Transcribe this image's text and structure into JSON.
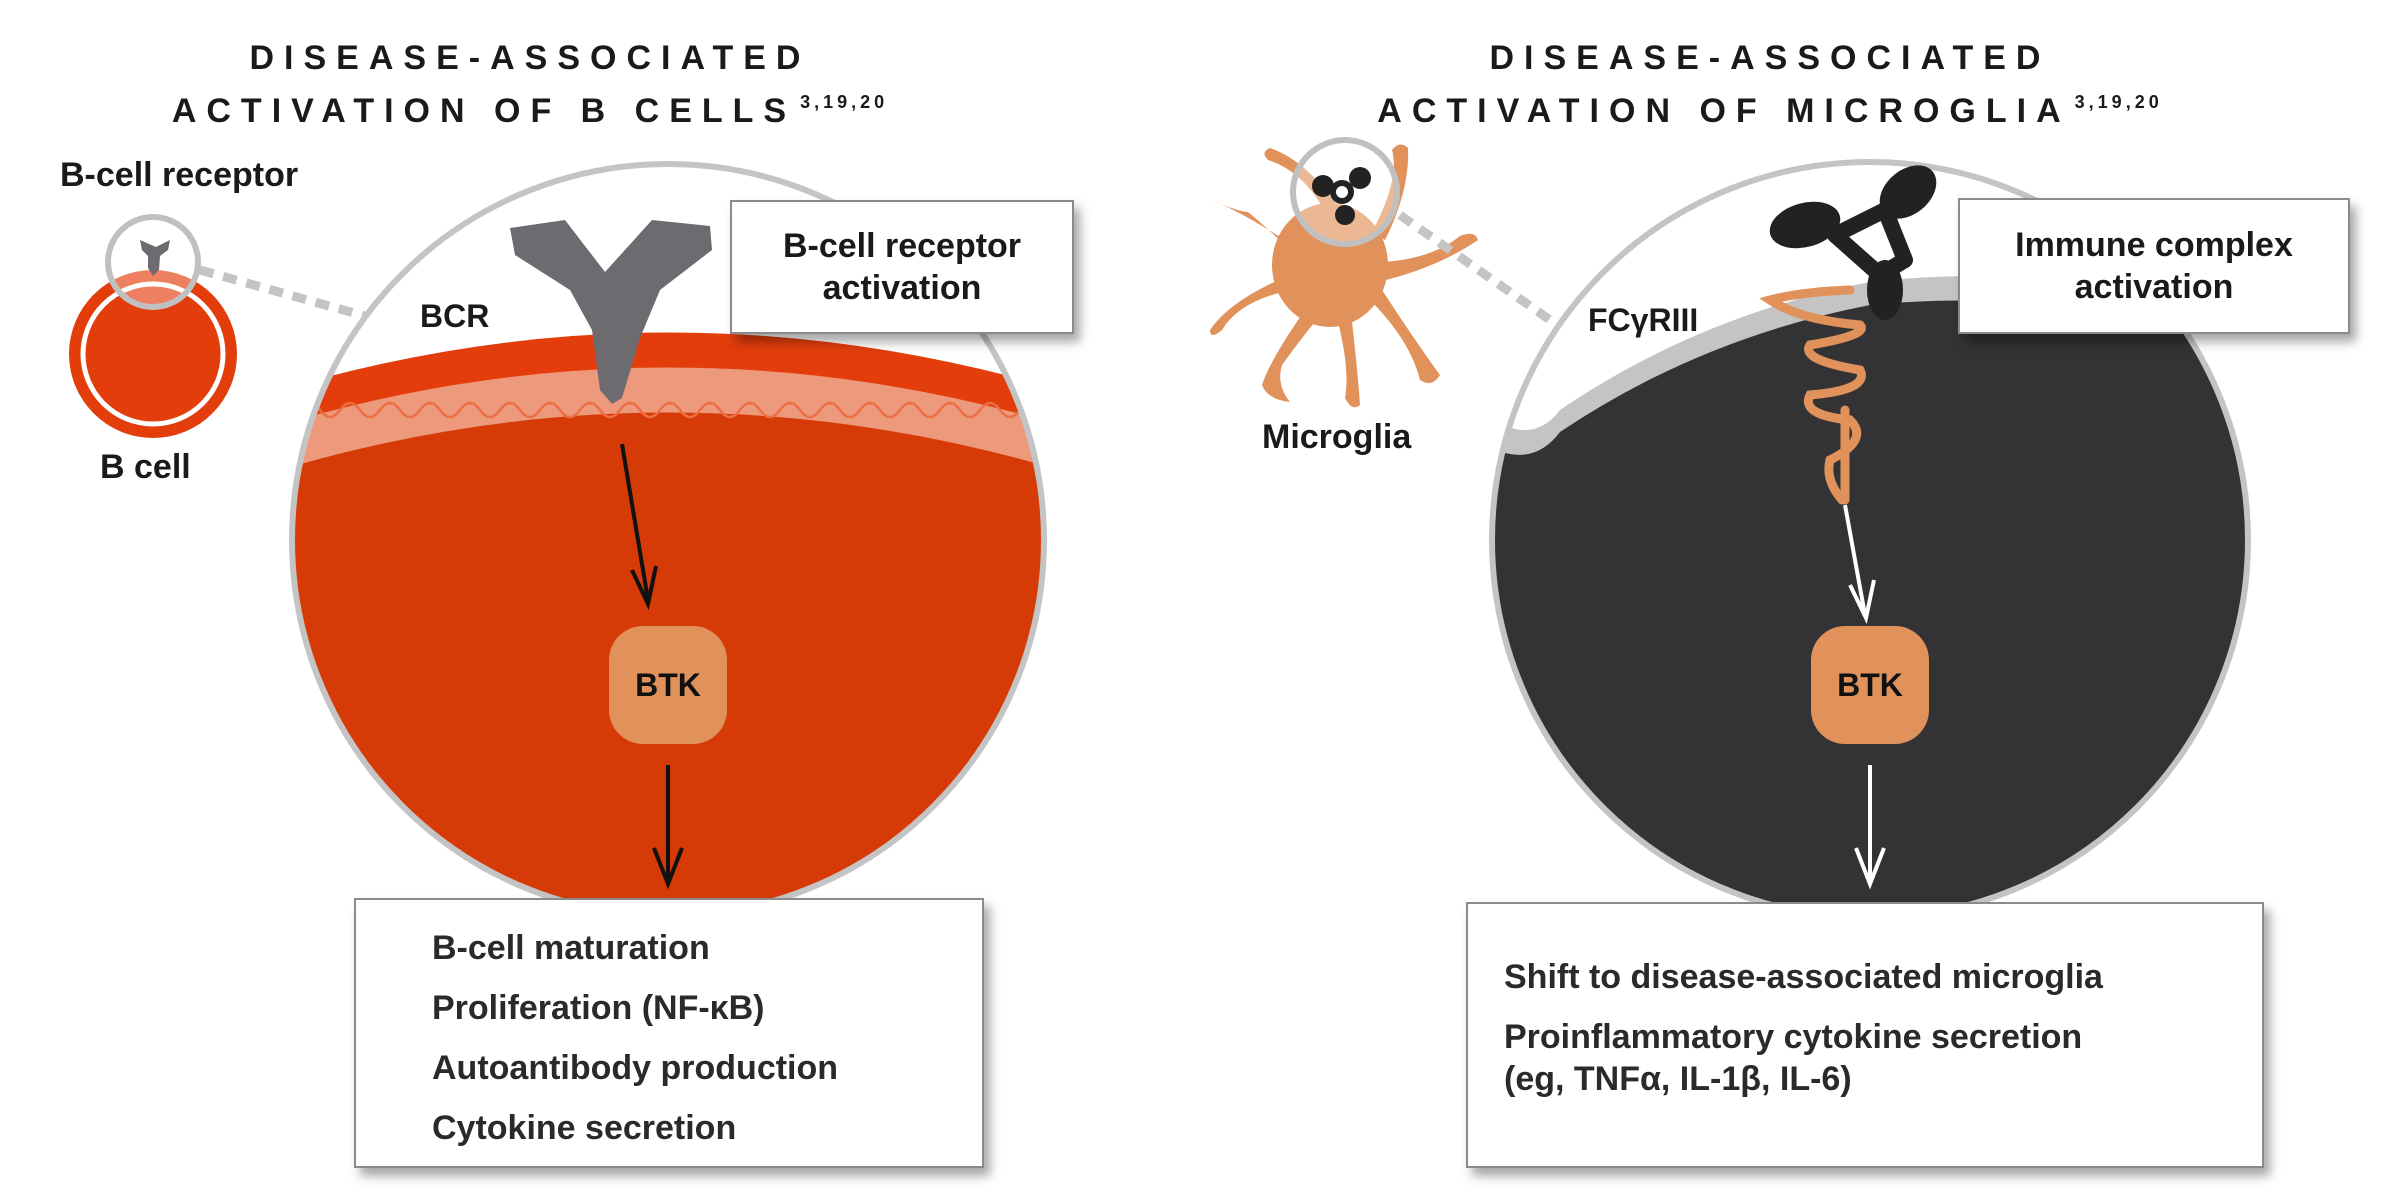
{
  "left_panel": {
    "title_line1": "DISEASE-ASSOCIATED",
    "title_line2": "ACTIVATION OF B CELLS",
    "title_refs": "3,19,20",
    "receptor_label": "B-cell receptor",
    "cell_label": "B cell",
    "bcr_label": "BCR",
    "activation_line1": "B-cell receptor",
    "activation_line2": "activation",
    "btk_label": "BTK",
    "outcomes": [
      "B-cell maturation",
      "Proliferation (NF-κB)",
      "Autoantibody production",
      "Cytokine secretion"
    ],
    "colors": {
      "cell": "#e23d0b",
      "cytoplasm": "#d63a06",
      "membrane": "#f0a48a",
      "receptor": "#6d6b70"
    }
  },
  "right_panel": {
    "title_line1": "DISEASE-ASSOCIATED",
    "title_line2": "ACTIVATION OF MICROGLIA",
    "title_refs": "3,19,20",
    "cell_label": "Microglia",
    "receptor_label": "FCγRIII",
    "activation_line1": "Immune complex",
    "activation_line2": "activation",
    "btk_label": "BTK",
    "outcomes": [
      "Shift to disease-associated microglia",
      "Proinflammatory cytokine secretion",
      "(eg, TNFα, IL-1β, IL-6)"
    ],
    "colors": {
      "cytoplasm": "#333234",
      "membrane": "#c4c4c4",
      "microglia": "#e0925a",
      "complex": "#222222",
      "btk": "#e0925a"
    }
  }
}
